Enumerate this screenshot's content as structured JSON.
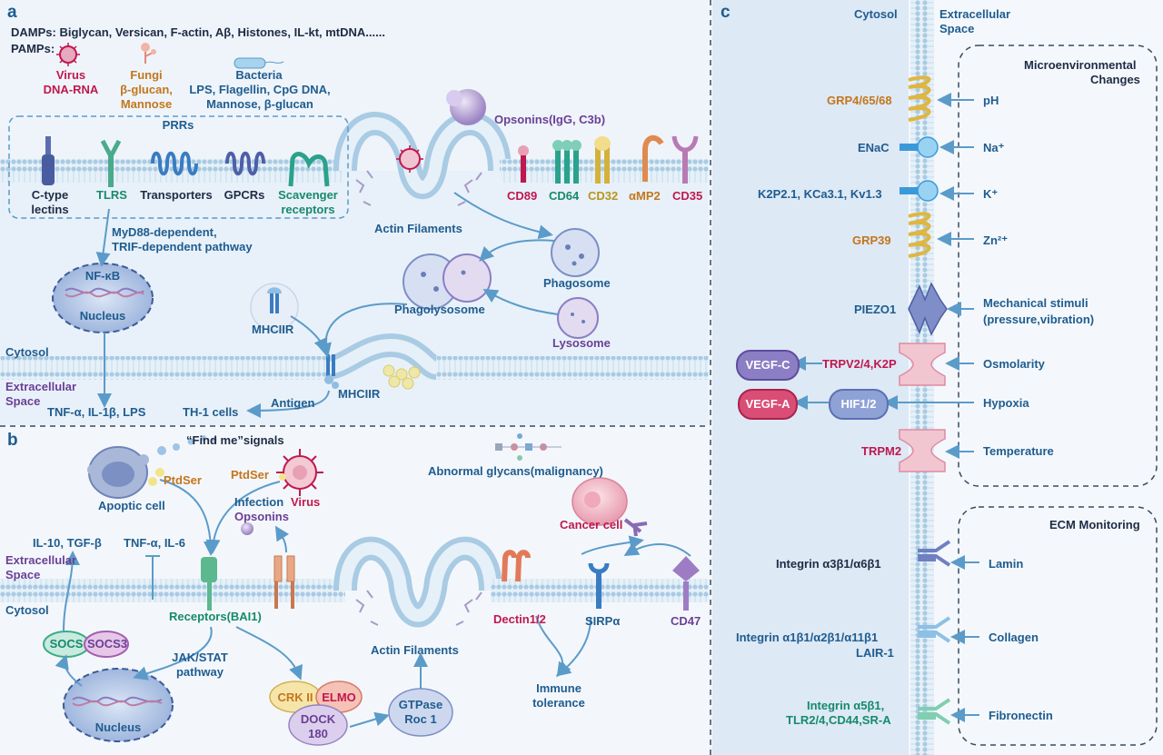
{
  "panels": {
    "a": "a",
    "b": "b",
    "c": "c"
  },
  "panel_a": {
    "damps": "DAMPs:  Biglycan, Versican, F-actin, Aβ, Histones, IL-kt, mtDNA......",
    "pamps": "PAMPs:",
    "virus_1": "Virus",
    "virus_2": "DNA-RNA",
    "fungi_1": "Fungi",
    "fungi_2": "β-glucan,",
    "fungi_3": "Mannose",
    "bact_1": "Bacteria",
    "bact_2": "LPS, Flagellin, CpG DNA,",
    "bact_3": "Mannose, β-glucan",
    "prrs": "PRRs",
    "ctype_1": "C-type",
    "ctype_2": "lectins",
    "tlrs": "TLRS",
    "transporters": "Transporters",
    "gpcrs": "GPCRs",
    "scav_1": "Scavenger",
    "scav_2": "receptors",
    "myd_1": "MyD88-dependent,",
    "myd_2": "TRIF-dependent pathway",
    "nfkb": "NF-κB",
    "nucleus": "Nucleus",
    "opsonins": "Opsonins(IgG, C3b)",
    "cd89": "CD89",
    "cd64": "CD64",
    "cd32": "CD32",
    "amp2": "αMP2",
    "cd35": "CD35",
    "actin": "Actin Filaments",
    "phagosome": "Phagosome",
    "phagolysosome": "Phagolysosome",
    "lysosome": "Lysosome",
    "mhciir_top": "MHCIIR",
    "mhciir_bottom": "MHCIIR",
    "cytosol": "Cytosol",
    "extra_1": "Extracellular",
    "extra_2": "Space",
    "tnf": "TNF-α, IL-1β, LPS",
    "th1": "TH-1 cells",
    "antigen": "Antigen"
  },
  "panel_b": {
    "find_me": "“Find me”signals",
    "apoptic": "Apoptic cell",
    "ptdser_1": "PtdSer",
    "ptdser_2": "PtdSer",
    "infection": "Infection",
    "virus": "Virus",
    "opsonins": "Opsonins",
    "glycans": "Abnormal glycans(malignancy)",
    "cancer": "Cancer cell",
    "il10": "IL-10, TGF-β",
    "tnf": "TNF-α, IL-6",
    "extra_1": "Extracellular",
    "extra_2": "Space",
    "cytosol": "Cytosol",
    "socs": "SOCS",
    "socs3": "SOCS3",
    "receptors": "Receptors(BAI1)",
    "jak_1": "JAK/STAT",
    "jak_2": "pathway",
    "nucleus": "Nucleus",
    "actin": "Actin Filaments",
    "dectin": "Dectin1/2",
    "sirpa": "SIRPα",
    "cd47": "CD47",
    "immune_1": "Immune",
    "immune_2": "tolerance",
    "crk": "CRK II",
    "elmo": "ELMO",
    "dock_1": "DOCK",
    "dock_2": "180",
    "gtp_1": "GTPase",
    "gtp_2": "Roc 1"
  },
  "panel_c": {
    "cytosol": "Cytosol",
    "extra_1": "Extracellular",
    "extra_2": "Space",
    "micro_1": "Microenvironmental",
    "micro_2": "Changes",
    "grp4": "GRP4/65/68",
    "ph": "pH",
    "enac": "ENaC",
    "na": "Na⁺",
    "k2p": "K2P2.1, KCa3.1, Kv1.3",
    "k": "K⁺",
    "grp39": "GRP39",
    "zn": "Zn²⁺",
    "piezo": "PIEZO1",
    "mech_1": "Mechanical stimuli",
    "mech_2": "(pressure,vibration)",
    "vegfc": "VEGF-C",
    "trpv": "TRPV2/4,K2P",
    "osmo": "Osmolarity",
    "vegfa": "VEGF-A",
    "hif": "HIF1/2",
    "hypoxia": "Hypoxia",
    "trpm2": "TRPM2",
    "temp": "Temperature",
    "ecm": "ECM Monitoring",
    "int1": "Integrin α3β1/α6β1",
    "lamin": "Lamin",
    "int2_1": "Integrin α1β1/α2β1/α11β1",
    "int2_2": "LAIR-1",
    "collagen": "Collagen",
    "int3_1": "Integrin α5β1,",
    "int3_2": "TLR2/4,CD44,SR-A",
    "fibronectin": "Fibronectin"
  },
  "colors": {
    "arrow": "#5b9bc9",
    "membrane": "#a9cbe3",
    "red": "#c0184e",
    "navy": "#1f5c8f"
  }
}
